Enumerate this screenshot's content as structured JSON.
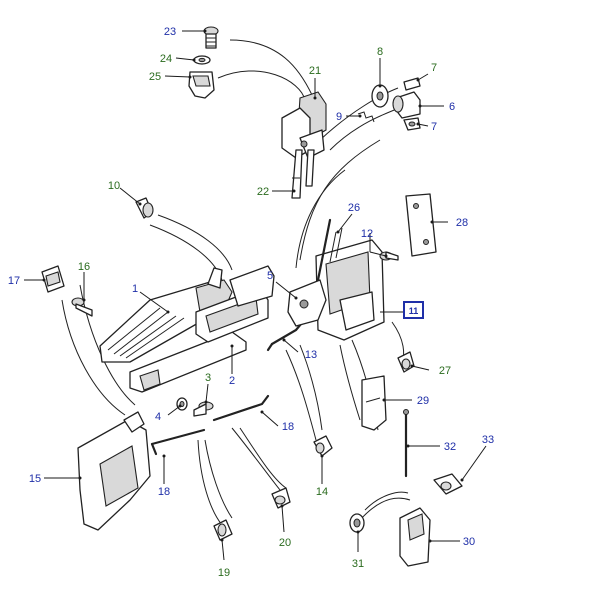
{
  "labels": {
    "p1": "1",
    "p2": "2",
    "p3": "3",
    "p4": "4",
    "p5": "5",
    "p6": "6",
    "p7a": "7",
    "p7b": "7",
    "p8": "8",
    "p9": "9",
    "p10": "10",
    "p12": "12",
    "p13": "13",
    "p14": "14",
    "p15": "15",
    "p16": "16",
    "p17": "17",
    "p18a": "18",
    "p18b": "18",
    "p19": "19",
    "p20": "20",
    "p21": "21",
    "p22": "22",
    "p23": "23",
    "p24": "24",
    "p25": "25",
    "p26": "26",
    "p27": "27",
    "p28": "28",
    "p29": "29",
    "p30": "30",
    "p31": "31",
    "p32": "32",
    "p33": "33"
  },
  "reference_box": "11",
  "colors": {
    "blue_label": "#1f2fa8",
    "green_label": "#2a6b1e",
    "line": "#222222"
  }
}
